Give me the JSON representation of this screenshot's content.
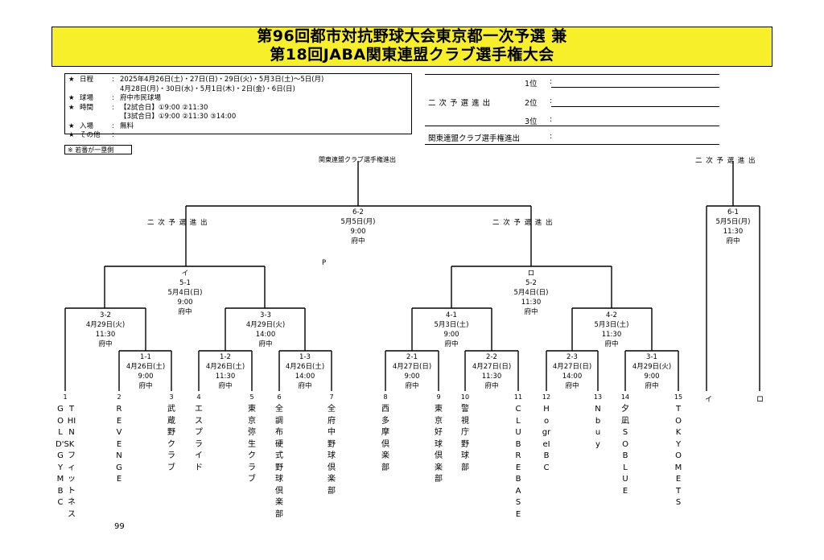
{
  "title": {
    "line1": "第96回都市対抗野球大会東京都一次予選 兼",
    "line2": "第18回JABA関東連盟クラブ選手権大会"
  },
  "info": [
    {
      "star": "★",
      "label": "日程",
      "colon": ":",
      "value": "2025年4月26日(土)・27日(日)・29日(火)・5月3日(土)～5日(月)"
    },
    {
      "star": "",
      "label": "",
      "colon": "",
      "value": "4月28日(月)・30日(水)・5月1日(木)・2日(金)・6日(日)"
    },
    {
      "star": "★",
      "label": "球場",
      "colon": ":",
      "value": "府中市民球場"
    },
    {
      "star": "★",
      "label": "時間",
      "colon": ":",
      "value": "【2試合日】①9:00 ②11:30"
    },
    {
      "star": "",
      "label": "",
      "colon": "",
      "value": "【3試合日】①9:00 ②11:30 ③14:00"
    },
    {
      "star": "★",
      "label": "入場",
      "colon": ":",
      "value": "無料"
    },
    {
      "star": "★",
      "label": "その他",
      "colon": ":",
      "value": ""
    }
  ],
  "advancement": {
    "second_round_label": "二 次 予 選 進 出",
    "places": [
      "1位",
      "2位",
      "3位"
    ],
    "kanto_label": "関東連盟クラブ選手権進出",
    "colon": ":"
  },
  "note": "※ 若番が一塁側",
  "labels": {
    "kanto_advance": "関東連盟クラブ選手権進出",
    "second_advance_right": "二 次 予 選 進 出",
    "second_advance_left": "二 次 予 選 進 出",
    "second_advance_mid": "二 次 予 選 進 出",
    "p_mark": "P"
  },
  "games": {
    "g6_2": [
      "6-2",
      "5月5日(月)",
      "9:00",
      "府中"
    ],
    "g6_1": [
      "6-1",
      "5月5日(月)",
      "11:30",
      "府中"
    ],
    "g5_1": [
      "イ",
      "5-1",
      "5月4日(日)",
      "9:00",
      "府中"
    ],
    "g5_2": [
      "ロ",
      "5-2",
      "5月4日(日)",
      "11:30",
      "府中"
    ],
    "g3_2": [
      "3-2",
      "4月29日(火)",
      "11:30",
      "府中"
    ],
    "g3_3": [
      "3-3",
      "4月29日(火)",
      "14:00",
      "府中"
    ],
    "g4_1": [
      "4-1",
      "5月3日(土)",
      "9:00",
      "府中"
    ],
    "g4_2": [
      "4-2",
      "5月3日(土)",
      "11:30",
      "府中"
    ],
    "g1_1": [
      "1-1",
      "4月26日(土)",
      "9:00",
      "府中"
    ],
    "g1_2": [
      "1-2",
      "4月26日(土)",
      "11:30",
      "府中"
    ],
    "g1_3": [
      "1-3",
      "4月26日(土)",
      "14:00",
      "府中"
    ],
    "g2_1": [
      "2-1",
      "4月27日(日)",
      "9:00",
      "府中"
    ],
    "g2_2": [
      "2-2",
      "4月27日(日)",
      "11:30",
      "府中"
    ],
    "g2_3": [
      "2-3",
      "4月27日(日)",
      "14:00",
      "府中"
    ],
    "g3_1": [
      "3-1",
      "4月29日(火)",
      "9:00",
      "府中"
    ]
  },
  "teams": [
    {
      "num": "1",
      "name": "GOLD'SGYMBC",
      "name2": "THINKフィットネス"
    },
    {
      "num": "2",
      "name": "REVENGE",
      "extra": "99"
    },
    {
      "num": "3",
      "name": "武蔵野クラブ"
    },
    {
      "num": "4",
      "name": "エスプライド"
    },
    {
      "num": "5",
      "name": "東京弥生クラブ"
    },
    {
      "num": "6",
      "name": "全調布硬式野球倶楽部"
    },
    {
      "num": "7",
      "name": "全府中野球倶楽部"
    },
    {
      "num": "8",
      "name": "西多摩倶楽部"
    },
    {
      "num": "9",
      "name": "東京好球倶楽部"
    },
    {
      "num": "10",
      "name": "警視庁野球部"
    },
    {
      "num": "11",
      "name": "CLUBREBASE"
    },
    {
      "num": "12",
      "name": "HogreIBC"
    },
    {
      "num": "13",
      "name": "Nbuy"
    },
    {
      "num": "14",
      "name": "夕凪SOBLUE"
    },
    {
      "num": "15",
      "name": "TOKYOMETS"
    }
  ],
  "right_bracket": {
    "left_slot": "イ",
    "right_slot": "ロ"
  }
}
